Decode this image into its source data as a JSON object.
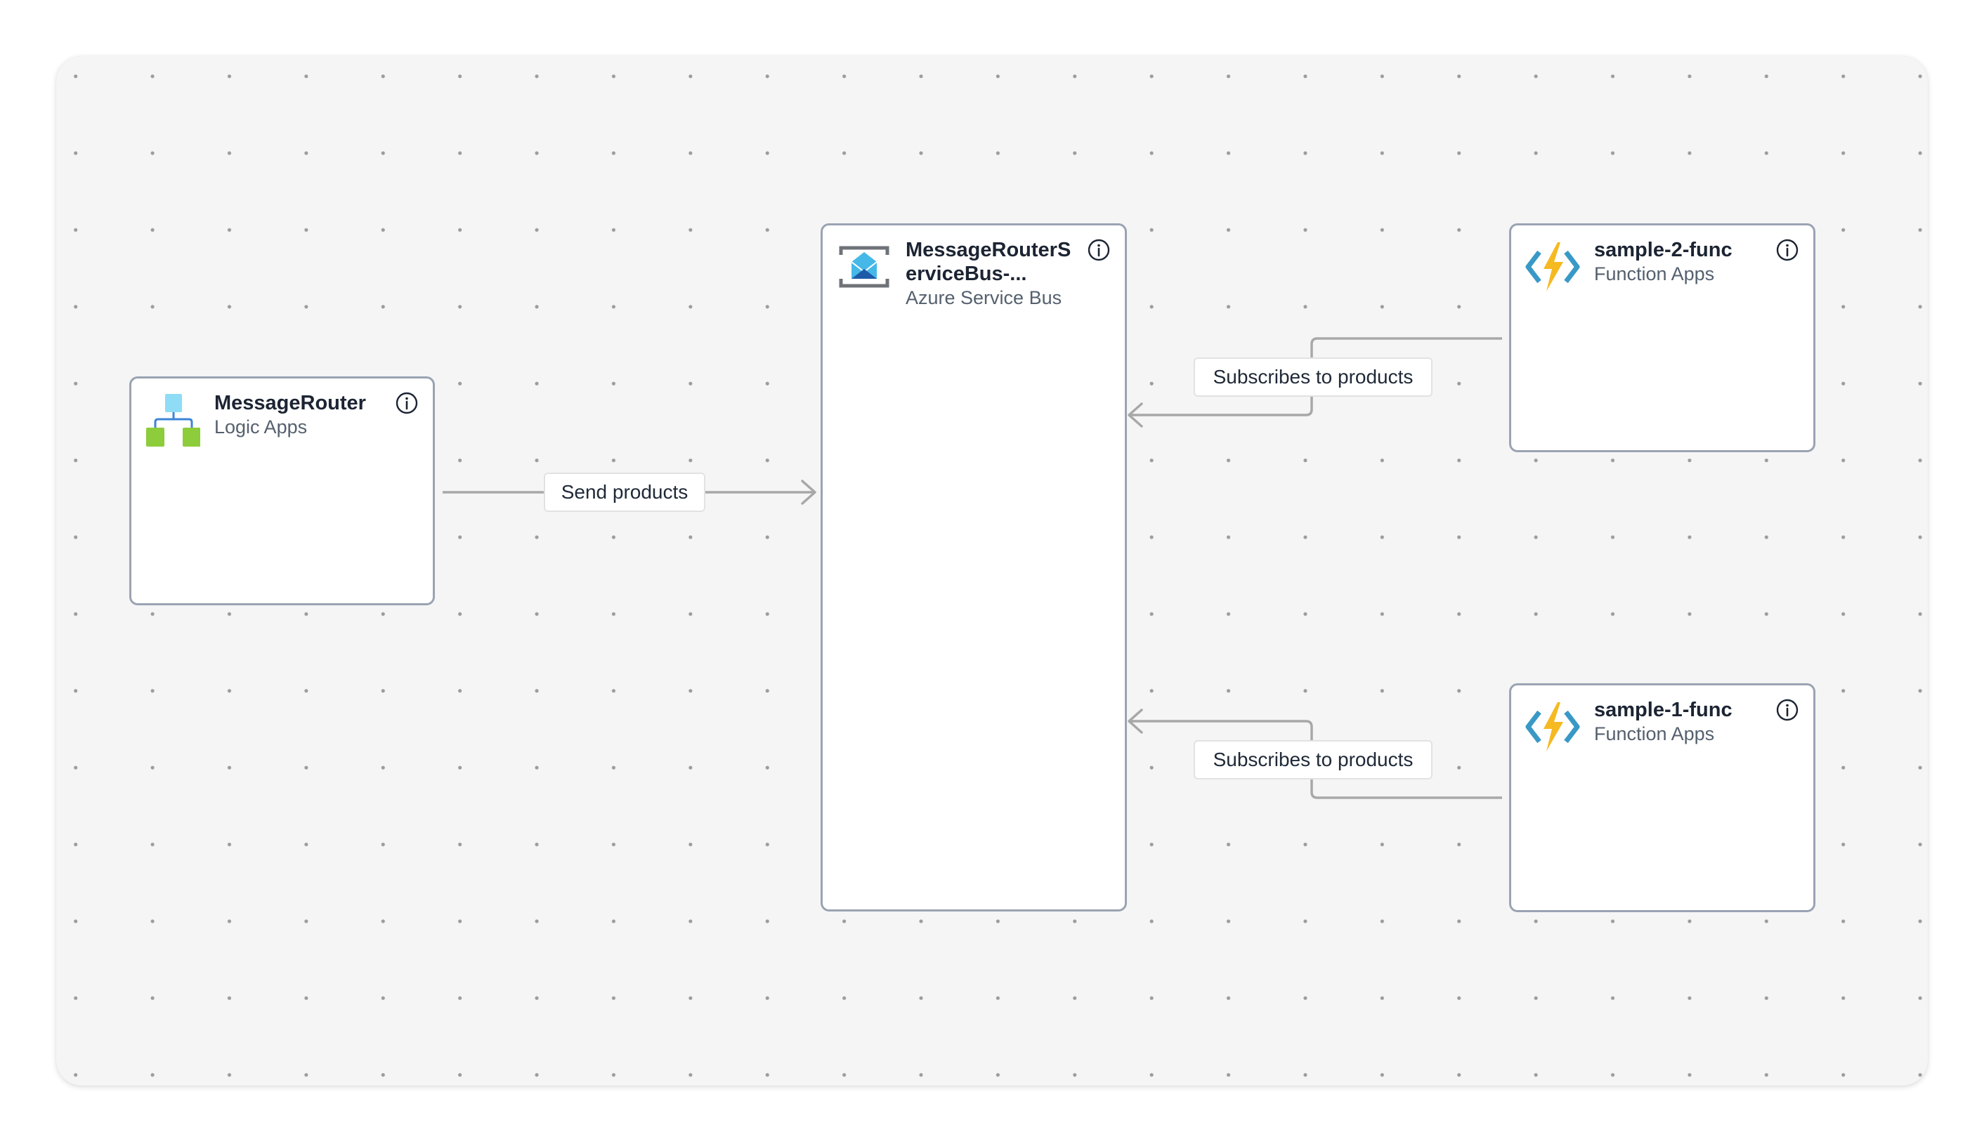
{
  "nodes": {
    "logic_app": {
      "name": "MessageRouter",
      "type": "Logic Apps",
      "icon": "logic-apps-icon"
    },
    "service_bus": {
      "name": "MessageRouterServiceBus-...",
      "type": "Azure Service Bus",
      "icon": "service-bus-icon"
    },
    "func2": {
      "name": "sample-2-func",
      "type": "Function Apps",
      "icon": "function-app-icon"
    },
    "func1": {
      "name": "sample-1-func",
      "type": "Function Apps",
      "icon": "function-app-icon"
    }
  },
  "edges": {
    "send": {
      "label": "Send products"
    },
    "sub2": {
      "label": "Subscribes to products"
    },
    "sub1": {
      "label": "Subscribes to products"
    }
  },
  "colors": {
    "canvas": "#f5f5f5",
    "dot": "#9c9c9c",
    "node_border": "#9aa3b3",
    "edge": "#a8a8a8",
    "title": "#1c2433",
    "subtitle": "#55606e"
  }
}
